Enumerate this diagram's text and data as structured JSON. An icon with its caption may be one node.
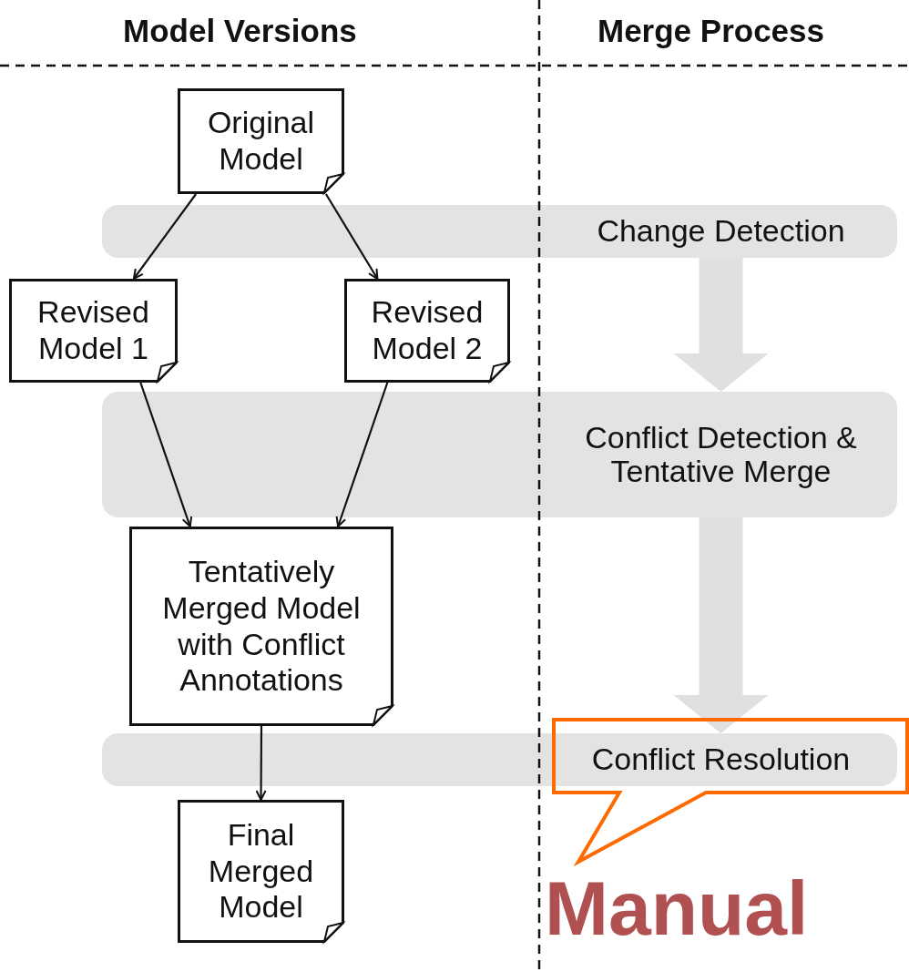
{
  "diagram": {
    "nodes": [
      {
        "text": [
          "Original Model"
        ]
      },
      {
        "text": [
          "Change Detection"
        ]
      },
      {
        "text": [
          "Revised Model 1"
        ]
      },
      {
        "text": [
          "Revised Model 2"
        ]
      },
      {
        "text": [
          "Conflict Detection & Tentative Merge"
        ]
      },
      {
        "text": [
          "Tentatively Merged Model with Conflict Annotations"
        ]
      },
      {
        "text": [
          "Conflict Resolution"
        ]
      },
      {
        "text": [
          "Final Merged Model"
        ]
      }
    ],
    "edges": [
      {
        "from": 0,
        "to": 2,
        "arrow": "to"
      },
      {
        "from": 0,
        "to": 3,
        "arrow": "to"
      },
      {
        "from": 2,
        "to": 5,
        "arrow": "to"
      },
      {
        "from": 3,
        "to": 5,
        "arrow": "to"
      },
      {
        "from": 5,
        "to": 7,
        "arrow": "to"
      },
      {
        "from": 1,
        "to": 4,
        "arrow": "to",
        "style": "thick",
        "color": "#e0e0e0"
      },
      {
        "from": 4,
        "to": 6,
        "arrow": "to",
        "style": "thick",
        "color": "#e0e0e0"
      }
    ],
    "labels": [
      "Model Versions",
      "Merge Process",
      "Manual"
    ]
  }
}
